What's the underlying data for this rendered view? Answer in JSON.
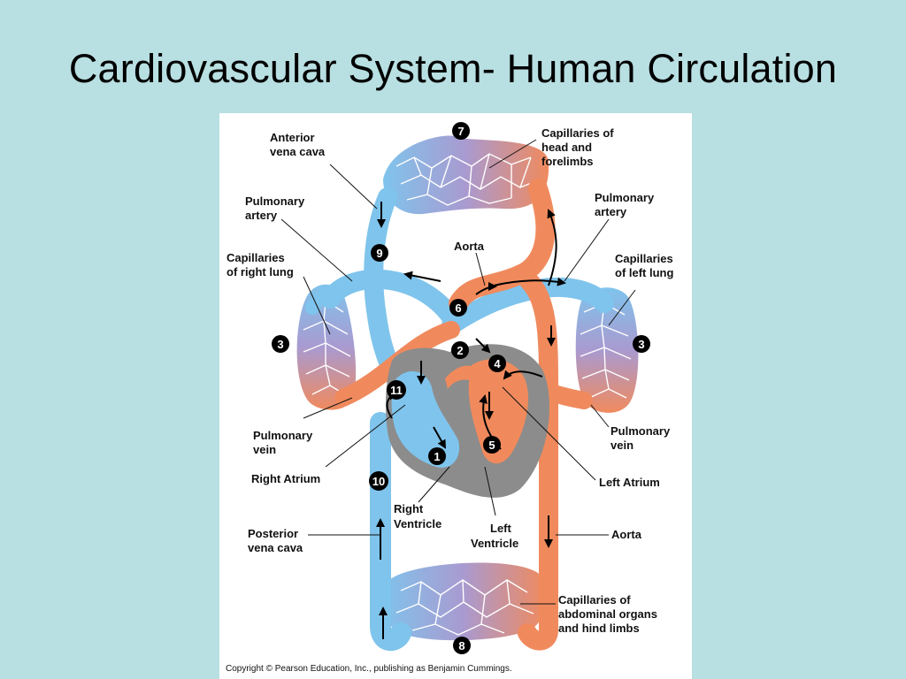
{
  "title": "Cardiovascular System- Human Circulation",
  "figure": {
    "labels": {
      "anterior_vena_cava": [
        "Anterior",
        "vena cava"
      ],
      "capillaries_head": [
        "Capillaries of",
        "head and",
        "forelimbs"
      ],
      "pulmonary_artery_left": [
        "Pulmonary",
        "artery"
      ],
      "pulmonary_artery_right": [
        "Pulmonary",
        "artery"
      ],
      "aorta_top": "Aorta",
      "capillaries_right_lung": [
        "Capillaries",
        "of right lung"
      ],
      "capillaries_left_lung": [
        "Capillaries",
        "of left lung"
      ],
      "pulmonary_vein_left": [
        "Pulmonary",
        "vein"
      ],
      "pulmonary_vein_right": [
        "Pulmonary",
        "vein"
      ],
      "right_atrium": "Right Atrium",
      "left_atrium": "Left Atrium",
      "right_ventricle": [
        "Right",
        "Ventricle"
      ],
      "left_ventricle": [
        "Left",
        "Ventricle"
      ],
      "posterior_vena_cava": [
        "Posterior",
        "vena cava"
      ],
      "aorta_bottom": "Aorta",
      "capillaries_abdominal": [
        "Capillaries of",
        "abdominal organs",
        "and hind limbs"
      ]
    },
    "numbers": [
      "1",
      "2",
      "3",
      "3",
      "4",
      "5",
      "6",
      "7",
      "8",
      "9",
      "10",
      "11"
    ],
    "copyright": "Copyright © Pearson Education, Inc., publishing as Benjamin Cummings.",
    "colors": {
      "deoxygenated": "#7fc4ec",
      "oxygenated": "#f08a5d",
      "heart_tissue": "#8c8c8c",
      "background": "#b8dfe2"
    }
  }
}
